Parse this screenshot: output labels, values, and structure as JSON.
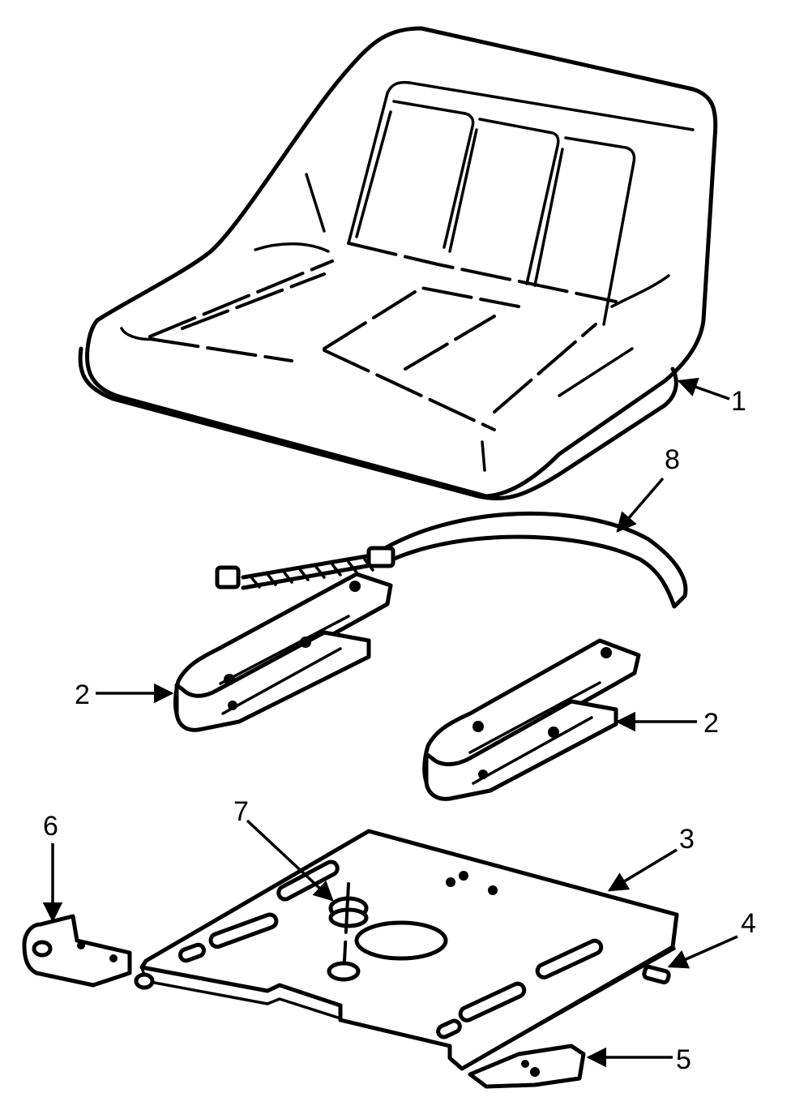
{
  "diagram": {
    "type": "exploded-parts-view",
    "colors": {
      "line": "#000000",
      "background": "#ffffff"
    },
    "callouts": [
      {
        "id": "1",
        "label": "1",
        "part": "seat-pan"
      },
      {
        "id": "2a",
        "label": "2",
        "part": "seat-spring-left"
      },
      {
        "id": "2b",
        "label": "2",
        "part": "seat-spring-right"
      },
      {
        "id": "3",
        "label": "3",
        "part": "seat-base-plate"
      },
      {
        "id": "4",
        "label": "4",
        "part": "latch-pin"
      },
      {
        "id": "5",
        "label": "5",
        "part": "front-hinge-bracket"
      },
      {
        "id": "6",
        "label": "6",
        "part": "rear-hinge-bracket"
      },
      {
        "id": "7",
        "label": "7",
        "part": "grommet"
      },
      {
        "id": "8",
        "label": "8",
        "part": "seat-switch-wire"
      }
    ]
  }
}
